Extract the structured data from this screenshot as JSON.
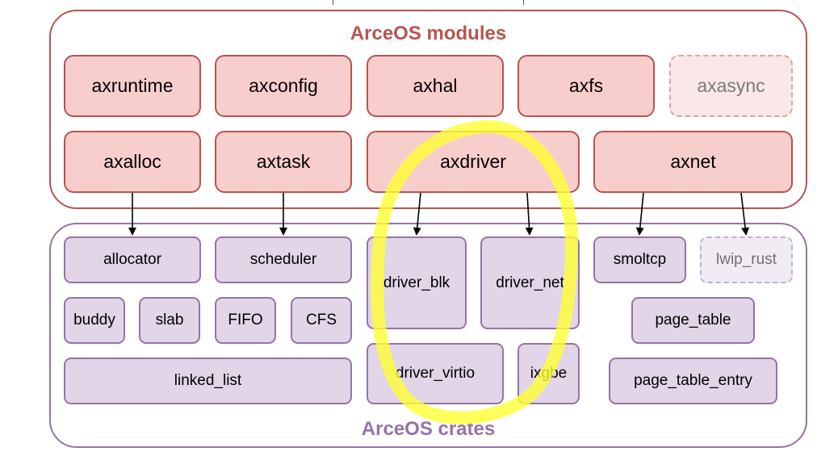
{
  "modules": {
    "title": "ArceOS modules",
    "items": [
      "axruntime",
      "axconfig",
      "axhal",
      "axfs",
      "axasync",
      "axalloc",
      "axtask",
      "axdriver",
      "axnet"
    ]
  },
  "crates": {
    "title": "ArceOS crates",
    "items": [
      "allocator",
      "scheduler",
      "driver_blk",
      "driver_net",
      "smoltcp",
      "lwip_rust",
      "buddy",
      "slab",
      "FIFO",
      "CFS",
      "page_table",
      "linked_list",
      "driver_virtio",
      "ixgbe",
      "page_table_entry"
    ]
  },
  "colors": {
    "module_fill": "#f8cecc",
    "module_border": "#b85450",
    "crate_fill": "#e1d5e7",
    "crate_border": "#9673a6",
    "highlight": "#ffff33"
  }
}
